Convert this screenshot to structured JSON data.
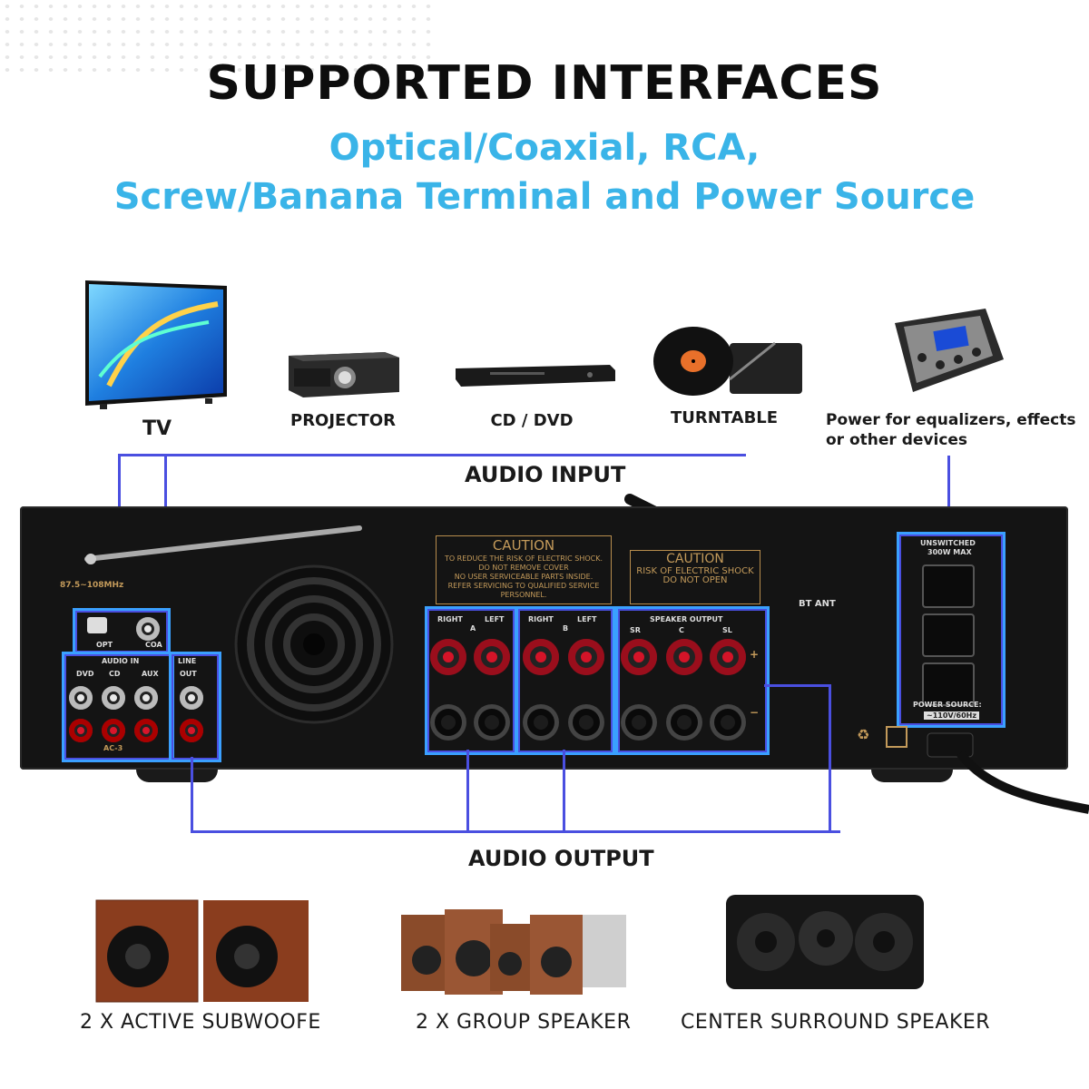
{
  "header": {
    "title": "SUPPORTED INTERFACES",
    "subtitle_line1": "Optical/Coaxial, RCA,",
    "subtitle_line2": "Screw/Banana Terminal and Power Source"
  },
  "devices": {
    "tv": "TV",
    "projector": "PROJECTOR",
    "cd_dvd": "CD / DVD",
    "turntable": "TURNTABLE",
    "power_line1": "Power for  equalizers, effects",
    "power_line2": "or other devices"
  },
  "sections": {
    "audio_input": "AUDIO INPUT",
    "audio_output": "AUDIO OUTPUT"
  },
  "panel": {
    "fm_band": "87.5~108MHz",
    "caution1_title": "CAUTION",
    "caution1_l1": "TO REDUCE THE RISK OF ELECTRIC SHOCK.",
    "caution1_l2": "DO NOT REMOVE COVER",
    "caution1_l3": "NO USER SERVICEABLE PARTS INSIDE.",
    "caution1_l4": "REFER SERVICING TO QUALIFIED SERVICE",
    "caution1_l5": "PERSONNEL.",
    "caution2_title": "CAUTION",
    "caution2_l1": "RISK OF ELECTRIC SHOCK",
    "caution2_l2": "DO NOT OPEN",
    "bt_ant": "BT ANT",
    "opt": "OPT",
    "coa": "COA",
    "audio_in": "AUDIO IN",
    "dvd": "DVD",
    "cd": "CD",
    "aux": "AUX",
    "ac3": "AC-3",
    "line": "LINE",
    "out": "OUT",
    "right_a": "RIGHT",
    "a": "A",
    "left_a": "LEFT",
    "right_b": "RIGHT",
    "b": "B",
    "left_b": "LEFT",
    "speaker_output": "SPEAKER OUTPUT",
    "sr": "SR",
    "c": "C",
    "sl": "SL",
    "plus": "+",
    "minus": "−",
    "unswitched": "UNSWITCHED",
    "max": "300W MAX",
    "power_source": "POWER SOURCE:",
    "voltage": "~110V/60Hz"
  },
  "speakers": {
    "subwoofer": "2 X ACTIVE SUBWOOFE",
    "group": "2 X GROUP SPEAKER",
    "center": "CENTER SURROUND SPEAKER"
  },
  "colors": {
    "accent": "#3ab4e8",
    "line": "#4a4fe0",
    "highlight": "#3aa0ff"
  }
}
